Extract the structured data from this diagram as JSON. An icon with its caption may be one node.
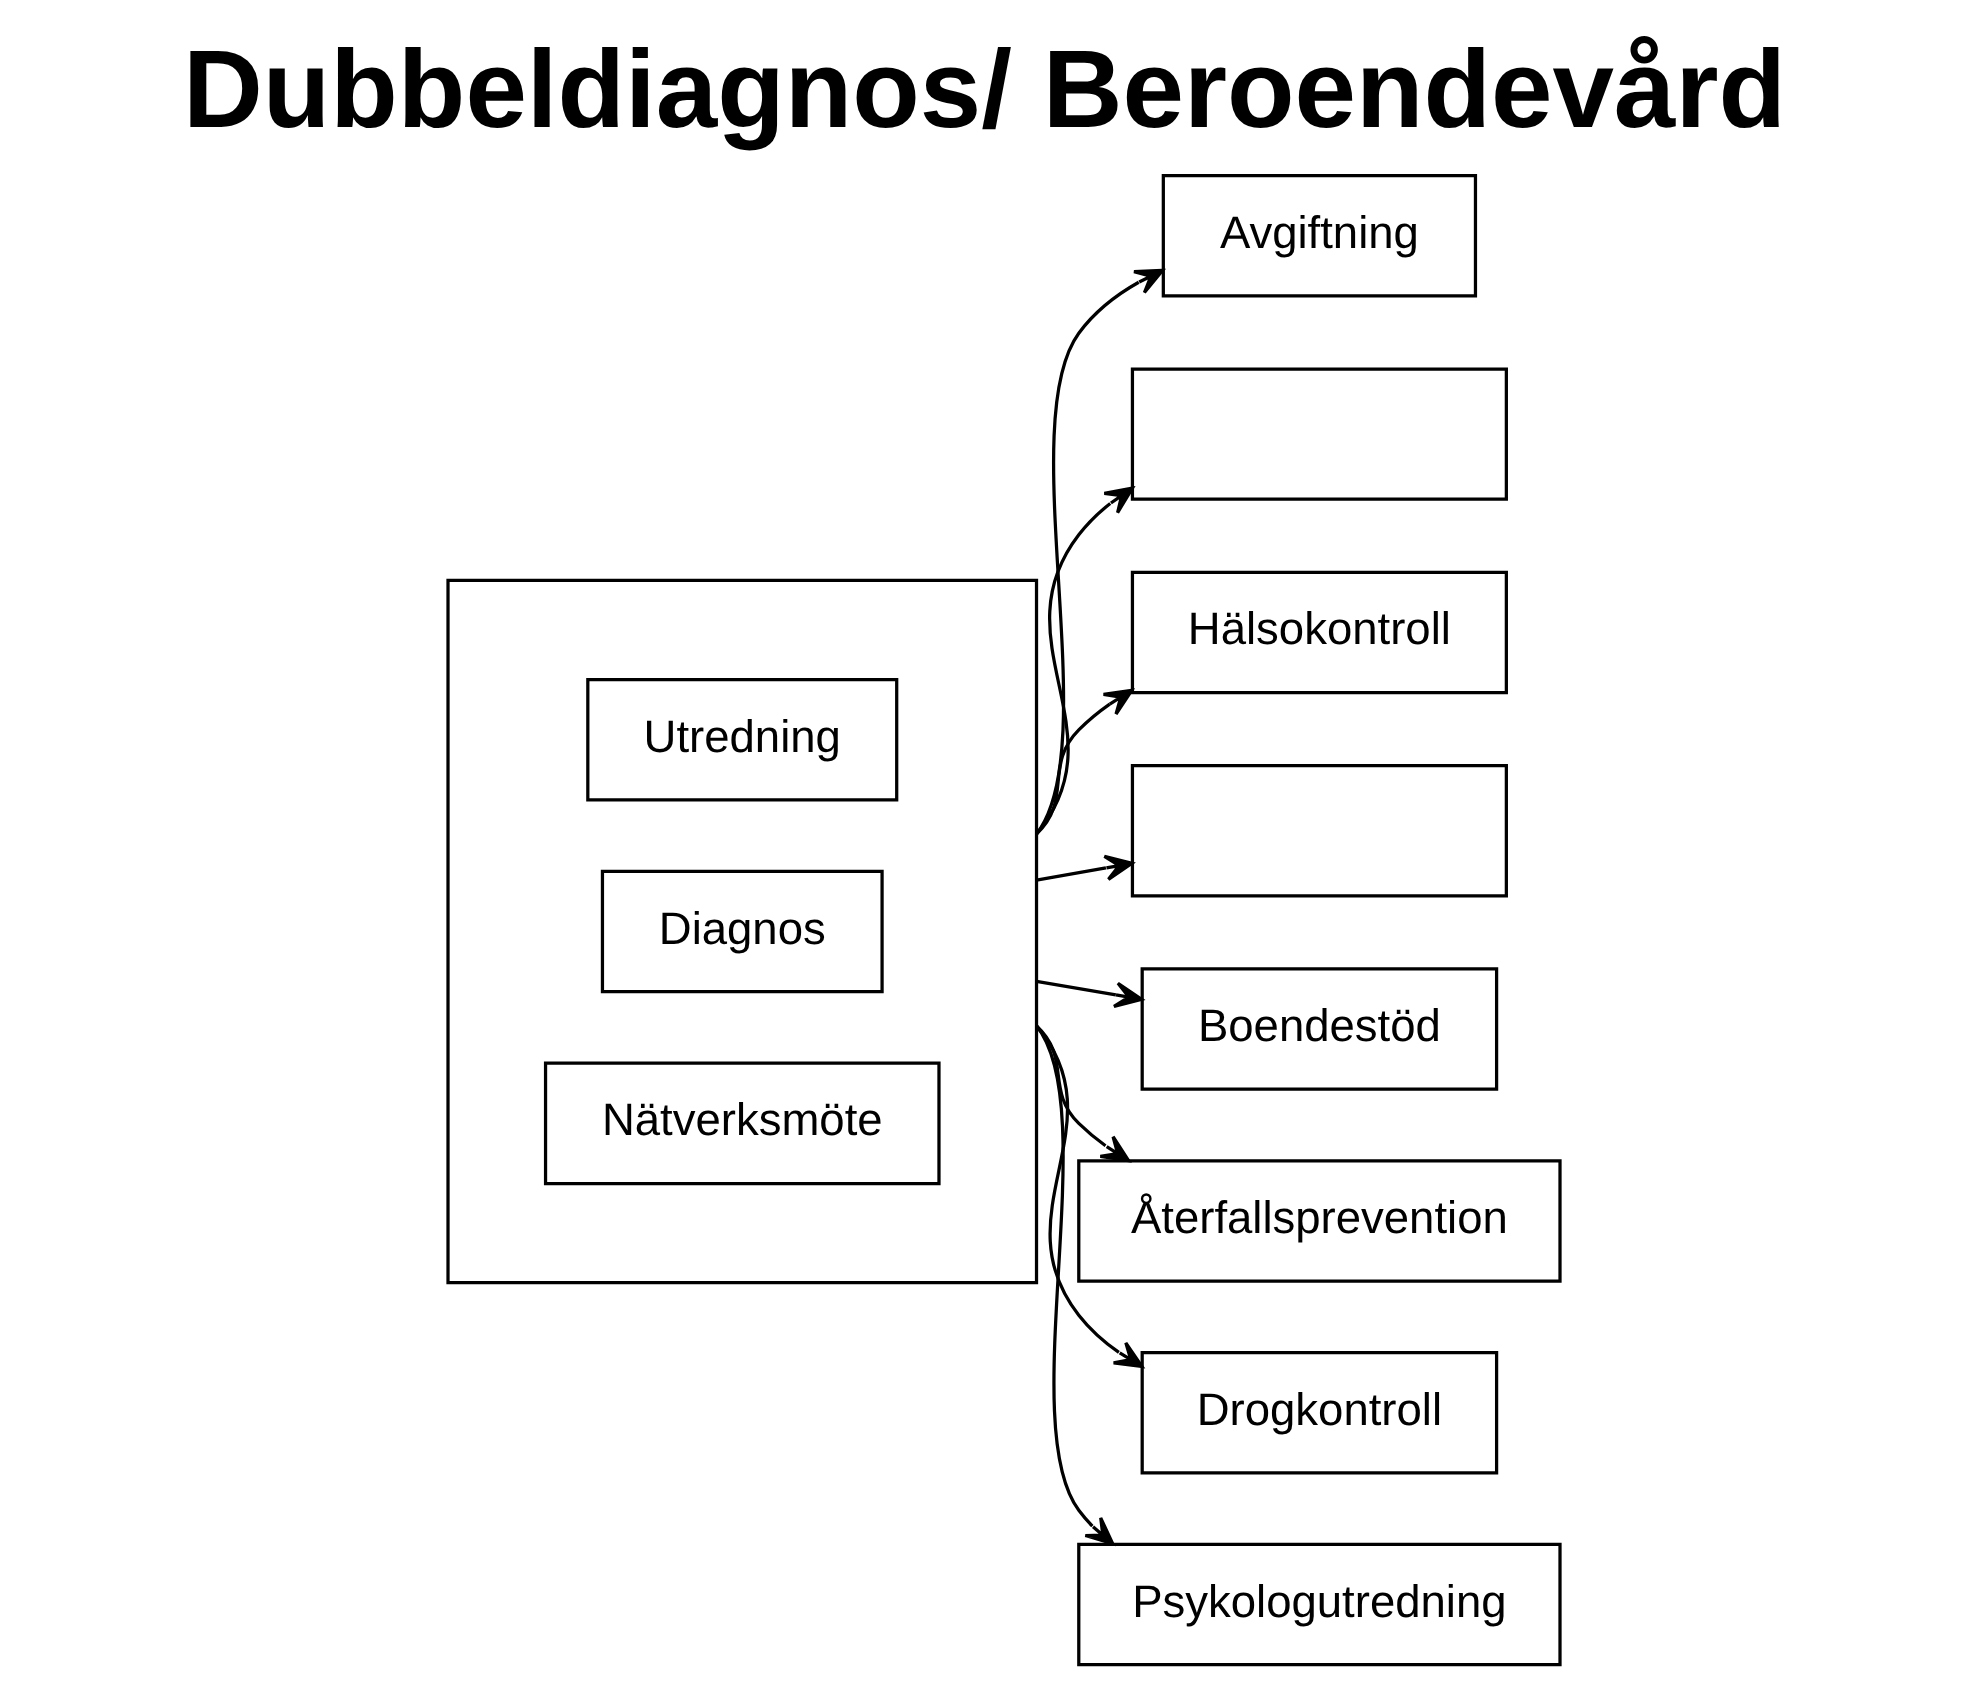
{
  "diagram": {
    "title": "Dubbeldiagnos/ Beroendevård",
    "nodes": [
      {
        "text": [],
        "shape": "box"
      },
      {
        "text": [
          "Utredning"
        ],
        "in": 0
      },
      {
        "text": [
          "Diagnos"
        ],
        "in": 0
      },
      {
        "text": [
          "Nätverksmöte"
        ],
        "in": 0
      },
      {
        "text": [
          "Avgiftning"
        ]
      },
      {
        "text": [],
        "shape": "box"
      },
      {
        "text": [
          "Hälsokontroll"
        ]
      },
      {
        "text": [],
        "shape": "box"
      },
      {
        "text": [
          "Boendestöd"
        ]
      },
      {
        "text": [
          "Återfallsprevention"
        ]
      },
      {
        "text": [
          "Drogkontroll"
        ]
      },
      {
        "text": [
          "Psykologutredning"
        ]
      }
    ],
    "edges": [
      {
        "from": 0,
        "to": 4,
        "arrow": "to"
      },
      {
        "from": 0,
        "to": 5,
        "arrow": "to"
      },
      {
        "from": 0,
        "to": 6,
        "arrow": "to"
      },
      {
        "from": 0,
        "to": 7,
        "arrow": "to"
      },
      {
        "from": 0,
        "to": 8,
        "arrow": "to"
      },
      {
        "from": 0,
        "to": 9,
        "arrow": "to"
      },
      {
        "from": 0,
        "to": 10,
        "arrow": "to"
      },
      {
        "from": 0,
        "to": 11,
        "arrow": "to"
      }
    ]
  }
}
